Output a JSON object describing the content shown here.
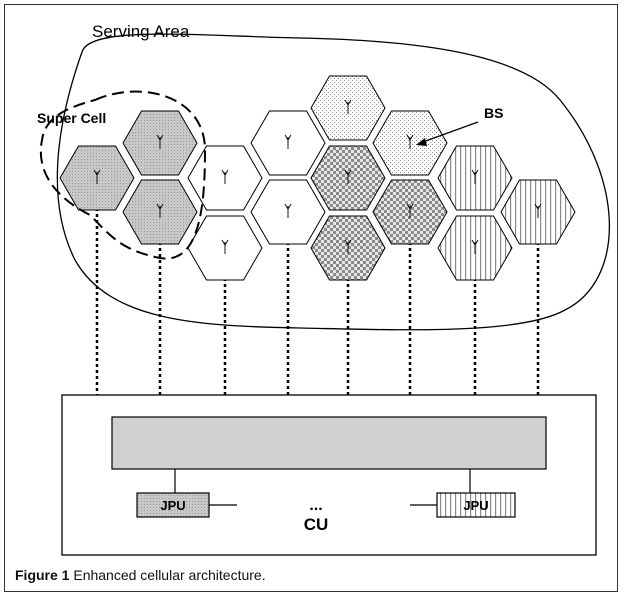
{
  "labels": {
    "serving_area": "Serving Area",
    "super_cell": "Super Cell",
    "bs": "BS",
    "jpu_left": "JPU",
    "jpu_right": "JPU",
    "dots": "...",
    "cu": "CU"
  },
  "caption": {
    "prefix": "Figure 1",
    "text": " Enhanced cellular architecture."
  },
  "colors": {
    "gray_fill": "#c4c4c4",
    "check_dark": "#8e8e8e",
    "check_light": "#e2e2e2",
    "dot": "#9a9a9a",
    "stripe": "#8a8a8a",
    "cu_bar": "#d0d0d0"
  }
}
